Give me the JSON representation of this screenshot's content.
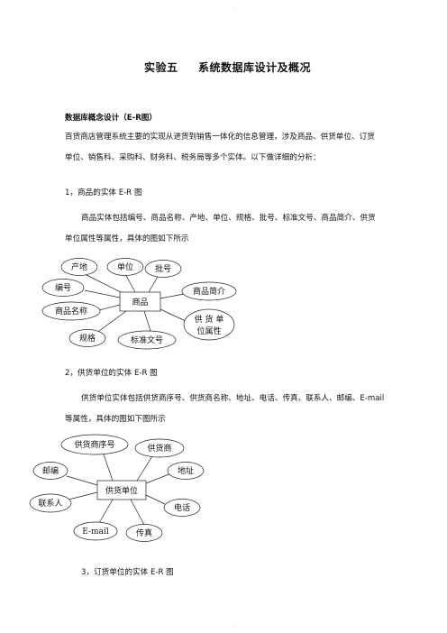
{
  "doc": {
    "top_mark": ".",
    "title_a": "实验五",
    "title_b": "系统数据库设计及概况",
    "section_heading": "数据库概念设计（E-R图）",
    "intro_line1": "百货商店管理系统主要的实现从进货到销售一体化的信息管理，涉及商品、供货单位、订货",
    "intro_line2": "单位、销售科、采购科、财务科、税务局等多个实体。以下做详细的分析：",
    "item1_heading": "1，商品的实体 E-R 图",
    "item1_line1": "商品实体包括编号、商品名称、产地、单位、规格、批号、标准文号、商品简介、供货",
    "item1_line2": "单位属性等属性，具体的图如下所示",
    "item2_heading": "2，供货单位的实体 E-R 图",
    "item2_line1": "供货单位实体包括供货商序号、供货商名称、地址、电话、传真、联系人、邮编、E-mail",
    "item2_line2": "等属性，具体的图如下图所示",
    "item3_heading": "3，订货单位的实体 E-R 图",
    "bottom_mark": "."
  },
  "er1": {
    "entity": "商品",
    "attrs": {
      "origin": "产地",
      "unit": "单位",
      "batch": "批号",
      "code": "编号",
      "intro": "商品简介",
      "name": "商品名称",
      "supplier_l1": "供 货 单",
      "supplier_l2": "位属性",
      "spec": "规格",
      "std": "标准文号"
    }
  },
  "er2": {
    "entity": "供货单位",
    "attrs": {
      "seq": "供货商序号",
      "sname": "供货商",
      "zip": "邮编",
      "addr": "地址",
      "contact": "联系人",
      "phone": "电话",
      "email": "E-mail",
      "fax": "传真"
    }
  }
}
